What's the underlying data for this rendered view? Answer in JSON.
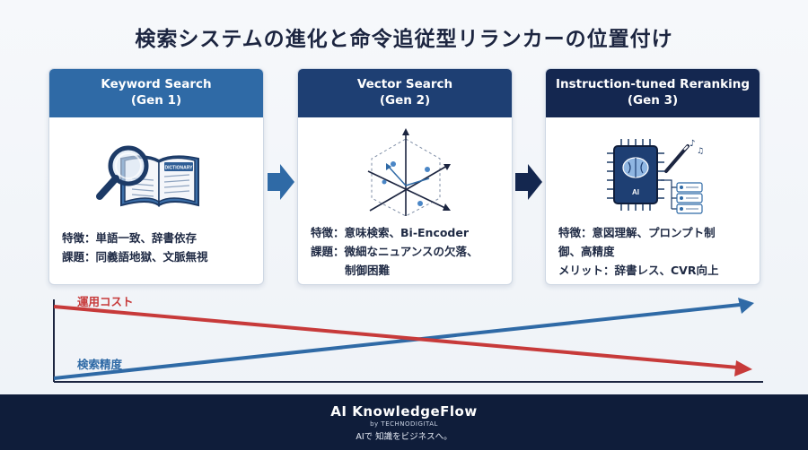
{
  "title": "検索システムの進化と命令追従型リランカーの位置付け",
  "cards": [
    {
      "heading_line1": "Keyword Search",
      "heading_line2": "(Gen 1)",
      "header_color": "#2f6aa6",
      "book_label": "DICTIONARY",
      "text_lines": [
        "特徴：単語一致、辞書依存",
        "課題：同義語地獄、文脈無視"
      ]
    },
    {
      "heading_line1": "Vector Search",
      "heading_line2": "(Gen 2)",
      "header_color": "#1e3f73",
      "text_lines": [
        "特徴：意味検索、Bi-Encoder",
        "課題：微細なニュアンスの欠落、",
        "制御困難"
      ]
    },
    {
      "heading_line1": "Instruction-tuned Reranking",
      "heading_line2": "(Gen 3)",
      "header_color": "#142750",
      "chip_label": "AI",
      "text_lines": [
        "特徴：意図理解、プロンプト制",
        "御、高精度",
        "メリット：辞書レス、CVR向上"
      ]
    }
  ],
  "trend_chart": {
    "cost_label": "運用コスト",
    "accuracy_label": "検索精度",
    "cost_color": "#c73a3a",
    "accuracy_color": "#2f6aa6"
  },
  "footer": {
    "brand": "AI KnowledgeFlow",
    "by": "by TECHNODIGITAL",
    "tagline": "AIで 知識をビジネスへ。"
  }
}
